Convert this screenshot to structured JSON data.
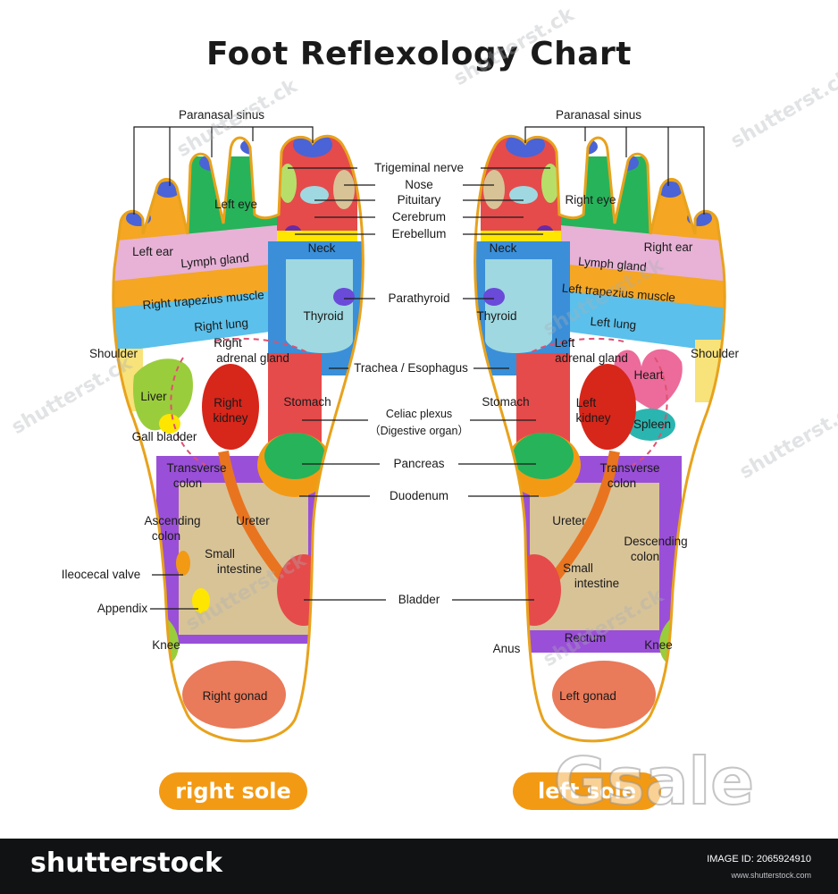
{
  "title": "Foot Reflexology Chart",
  "soles": {
    "right": "right sole",
    "left": "left sole"
  },
  "center_labels": [
    "Trigeminal nerve",
    "Nose",
    "Pituitary",
    "Cerebrum",
    "Erebellum",
    "Parathyroid",
    "Trachea / Esophagus",
    "Celiac plexus",
    "（Digestive organ）",
    "Pancreas",
    "Duodenum",
    "Bladder"
  ],
  "right_foot": {
    "paranasal": "Paranasal sinus",
    "left_eye": "Left eye",
    "left_ear": "Left ear",
    "lymph": "Lymph gland",
    "trapezius": "Right trapezius muscle",
    "lung": "Right lung",
    "shoulder": "Shoulder",
    "adrenal_1": "Right",
    "adrenal_2": "adrenal gland",
    "liver": "Liver",
    "gall": "Gall bladder",
    "kidney_1": "Right",
    "kidney_2": "kidney",
    "neck": "Neck",
    "thyroid": "Thyroid",
    "stomach": "Stomach",
    "transverse_1": "Transverse",
    "transverse_2": "colon",
    "ascending_1": "Ascending",
    "ascending_2": "colon",
    "ureter": "Ureter",
    "small_1": "Small",
    "small_2": "intestine",
    "ileocecal": "Ileocecal valve",
    "appendix": "Appendix",
    "knee": "Knee",
    "gonad": "Right gonad"
  },
  "left_foot": {
    "paranasal": "Paranasal sinus",
    "right_eye": "Right eye",
    "right_ear": "Right ear",
    "lymph": "Lymph gland",
    "trapezius": "Left trapezius muscle",
    "lung": "Left lung",
    "shoulder": "Shoulder",
    "adrenal_1": "Left",
    "adrenal_2": "adrenal gland",
    "heart": "Heart",
    "spleen": "Spleen",
    "kidney_1": "Left",
    "kidney_2": "kidney",
    "neck": "Neck",
    "thyroid": "Thyroid",
    "stomach": "Stomach",
    "transverse_1": "Transverse",
    "transverse_2": "colon",
    "descending_1": "Descending",
    "descending_2": "colon",
    "ureter": "Ureter",
    "small_1": "Small",
    "small_2": "intestine",
    "rectum": "Rectum",
    "anus": "Anus",
    "knee": "Knee",
    "gonad": "Left gonad"
  },
  "footer": {
    "brand": "shutterstock",
    "image_id": "IMAGE ID: 2065924910",
    "site": "www.shutterstock.com"
  },
  "colors": {
    "outline": "#e8a21c",
    "orange": "#f5a623",
    "pink": "#e7b2d6",
    "light_blue": "#5bc0eb",
    "teal": "#9fd8e0",
    "green": "#27b35a",
    "red": "#e54b4b",
    "dark_red": "#d7261a",
    "purple": "#9a4fd8",
    "tan": "#d8c397",
    "yellow": "#ffe600",
    "blue_toe": "#4a63d6"
  }
}
